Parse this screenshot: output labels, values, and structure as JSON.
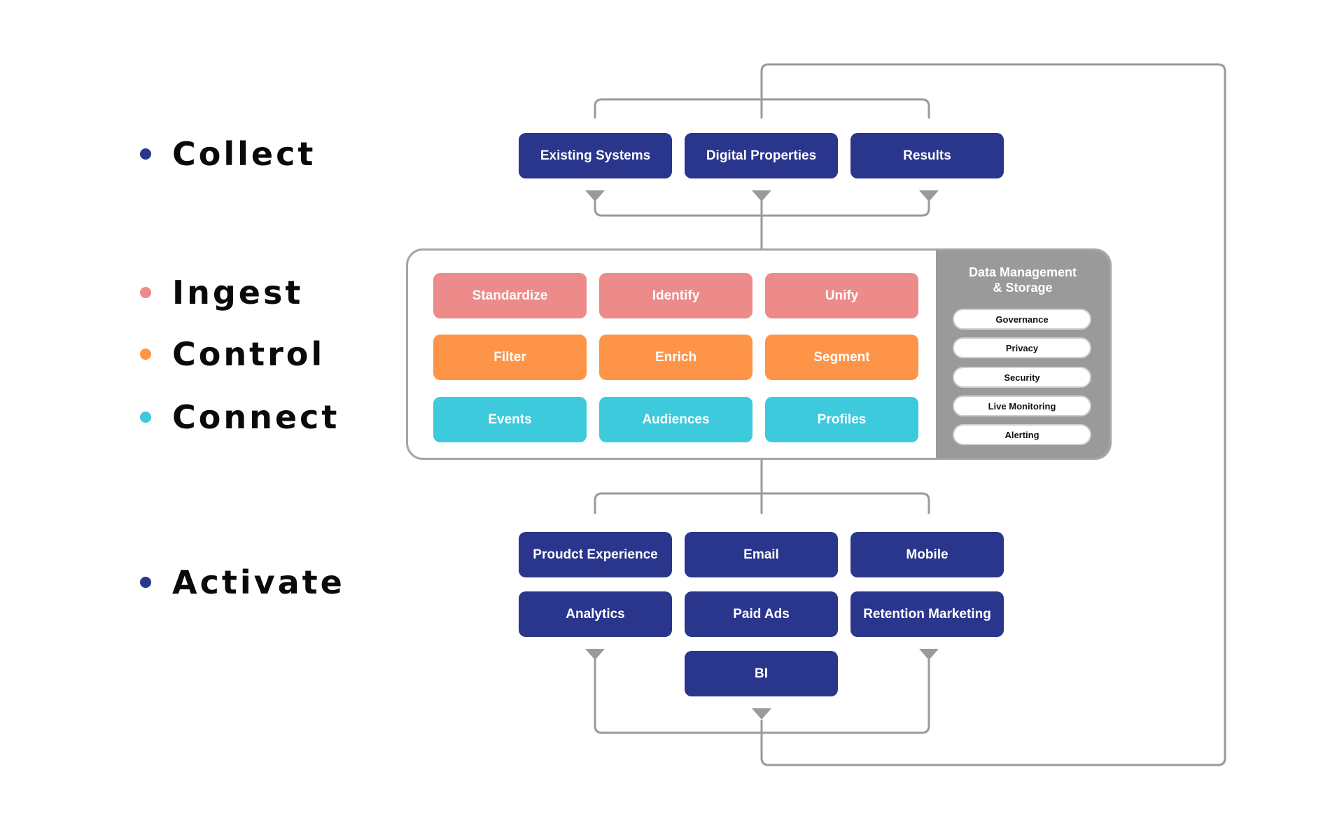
{
  "stages": [
    {
      "label": "Collect",
      "color": "#2a358c"
    },
    {
      "label": "Ingest",
      "color": "#ec8b89"
    },
    {
      "label": "Control",
      "color": "#fd9447"
    },
    {
      "label": "Connect",
      "color": "#3ccadc"
    },
    {
      "label": "Activate",
      "color": "#2a358c"
    }
  ],
  "collect": [
    "Existing Systems",
    "Digital Properties",
    "Results"
  ],
  "ingest": [
    "Standardize",
    "Identify",
    "Unify"
  ],
  "control": [
    "Filter",
    "Enrich",
    "Segment"
  ],
  "connect": [
    "Events",
    "Audiences",
    "Profiles"
  ],
  "data_management": {
    "title_line1": "Data Management",
    "title_line2": "& Storage",
    "items": [
      "Governance",
      "Privacy",
      "Security",
      "Live Monitoring",
      "Alerting"
    ]
  },
  "activate": {
    "row1": [
      "Proudct Experience",
      "Email",
      "Mobile"
    ],
    "row2": [
      "Analytics",
      "Paid Ads",
      "Retention Marketing"
    ],
    "row3": [
      "BI"
    ]
  },
  "colors": {
    "navy": "#2a358c",
    "pink": "#ec8b89",
    "orange": "#fd9447",
    "cyan": "#3ccadc",
    "connector": "#9a9a9a"
  }
}
